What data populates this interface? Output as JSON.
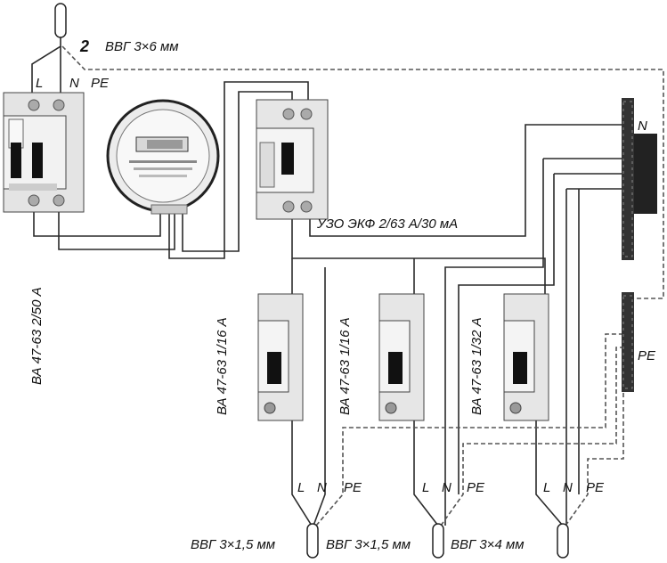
{
  "labels": {
    "input_number": "2",
    "input_cable": "ВВГ 3×6 мм",
    "main_L": "L",
    "main_N": "N",
    "main_PE": "PE",
    "main_breaker": "ВА 47-63 2/50 А",
    "rcd": "УЗО ЭКФ 2/63 А/30 мА",
    "neutral_bus": "N",
    "pe_bus": "PE",
    "breakers": [
      "ВА 47-63 1/16 А",
      "ВА 47-63 1/16 А",
      "ВА 47-63 1/32 А"
    ],
    "outputs": [
      {
        "L": "L",
        "N": "N",
        "PE": "PE",
        "cable": "ВВГ 3×1,5 мм"
      },
      {
        "L": "L",
        "N": "N",
        "PE": "PE",
        "cable": "ВВГ 3×1,5 мм"
      },
      {
        "L": "L",
        "N": "N",
        "PE": "PE",
        "cable": "ВВГ 3×4 мм"
      }
    ]
  },
  "colors": {
    "wire": "#2a2a2a",
    "device": "#e8e8e8",
    "dark": "#1a1a1a"
  }
}
